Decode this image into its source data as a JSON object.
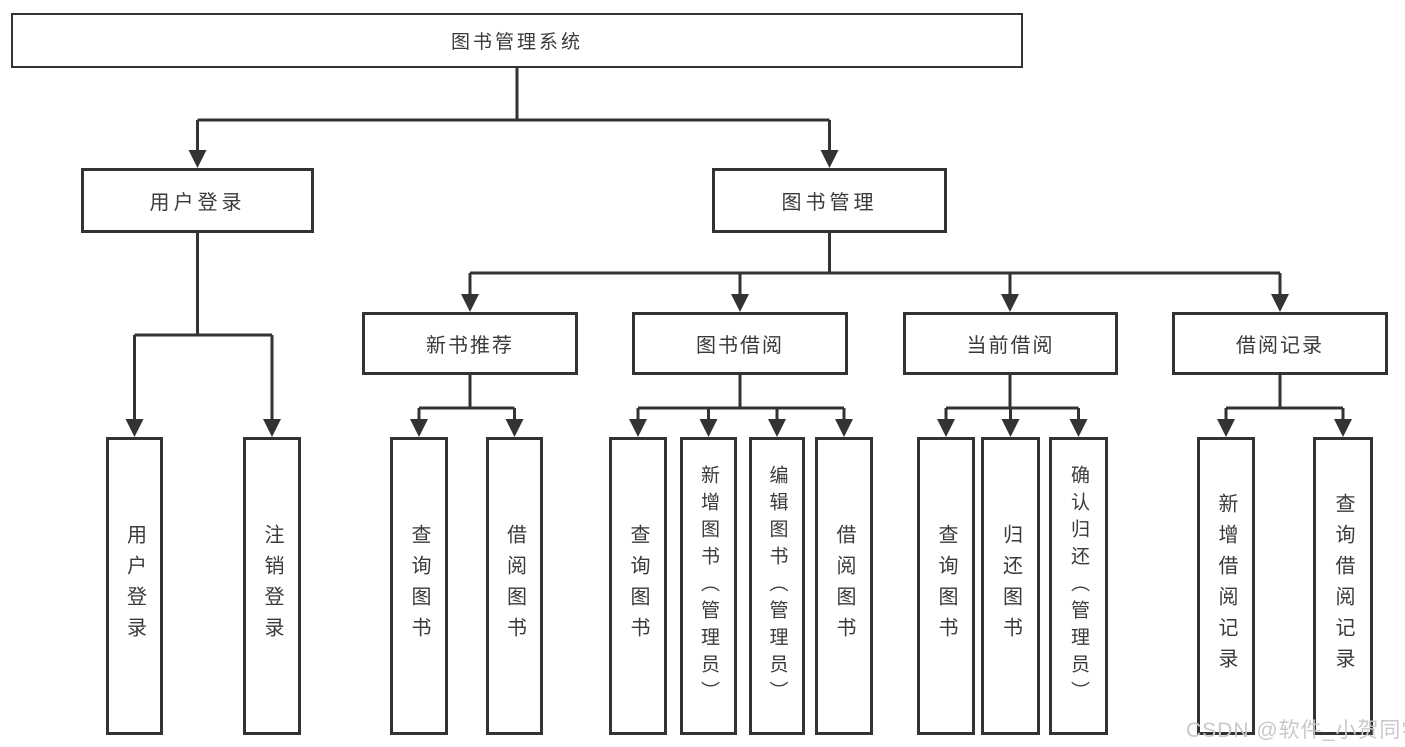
{
  "nodes": {
    "root": "图书管理系统",
    "user_login": "用户登录",
    "book_mgmt": "图书管理",
    "new_book_rec": "新书推荐",
    "book_borrow": "图书借阅",
    "current_borrow": "当前借阅",
    "borrow_record": "借阅记录",
    "leaf_user_login": "用户登录",
    "leaf_logout": "注销登录",
    "leaf_query_book_a": "查询图书",
    "leaf_borrow_book_a": "借阅图书",
    "leaf_query_book_b": "查询图书",
    "leaf_add_book": "新增图书（管理员）",
    "leaf_edit_book": "编辑图书（管理员）",
    "leaf_borrow_book_b": "借阅图书",
    "leaf_query_book_c": "查询图书",
    "leaf_return_book": "归还图书",
    "leaf_confirm_return": "确认归还（管理员）",
    "leaf_add_record": "新增借阅记录",
    "leaf_query_record": "查询借阅记录"
  },
  "watermark": "CSDN @软件_小贺同学",
  "colors": {
    "line": "#333333",
    "border": "#333333",
    "text": "#3a3a3a",
    "background": "#ffffff",
    "watermark": "#c9c9c9"
  }
}
